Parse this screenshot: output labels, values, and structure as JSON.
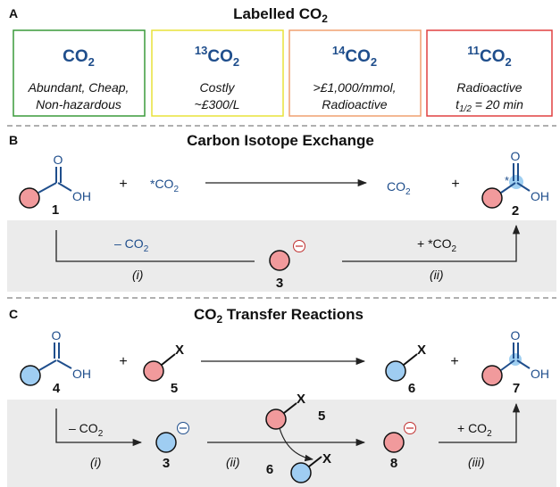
{
  "section_a": {
    "letter": "A",
    "title": "Labelled CO",
    "title_sub": "2",
    "cards": [
      {
        "sup": "",
        "base": "CO",
        "sub": "2",
        "line1": "Abundant, Cheap,",
        "line2": "Non-hazardous",
        "border": "#3a9a3a"
      },
      {
        "sup": "13",
        "base": "CO",
        "sub": "2",
        "line1": "Costly",
        "line2": "~£300/L",
        "border": "#e8e23a"
      },
      {
        "sup": "14",
        "base": "CO",
        "sub": "2",
        "line1": ">£1,000/mmol,",
        "line2": "Radioactive",
        "border": "#f0a070"
      },
      {
        "sup": "11",
        "base": "CO",
        "sub": "2",
        "line1": "Radioactive",
        "line2_a": "t",
        "line2_sub": "1/2",
        "line2_b": " = 20 min",
        "border": "#e04040"
      }
    ]
  },
  "section_b": {
    "letter": "B",
    "title": "Carbon Isotope Exchange",
    "plus": "+",
    "star_co2": "*CO",
    "sub2": "2",
    "co2": "CO",
    "atom_o": "O",
    "atom_oh": "OH",
    "star": "*",
    "compound_1": "1",
    "compound_2": "2",
    "compound_3": "3",
    "minus_co2": "– CO",
    "plus_star_co2": "+ *CO",
    "step_i": "(i)",
    "step_ii": "(ii)",
    "anion": "⊖"
  },
  "section_c": {
    "letter": "C",
    "title_a": "CO",
    "title_sub": "2",
    "title_b": " Transfer Reactions",
    "plus": "+",
    "atom_x": "X",
    "atom_o": "O",
    "atom_oh": "OH",
    "compound_3": "3",
    "compound_4": "4",
    "compound_5": "5",
    "compound_6": "6",
    "compound_7": "7",
    "compound_8": "8",
    "minus_co2": "– CO",
    "plus_co2": "+ CO",
    "sub2": "2",
    "step_i": "(i)",
    "step_ii": "(ii)",
    "step_iii": "(iii)",
    "anion": "⊖"
  },
  "colors": {
    "red_ball": "#f19a9c",
    "blue_ball": "#9fcdf2",
    "ink_blue": "#1f4e8c",
    "shade": "#ebebeb",
    "highlight": "#8ec7ee"
  }
}
